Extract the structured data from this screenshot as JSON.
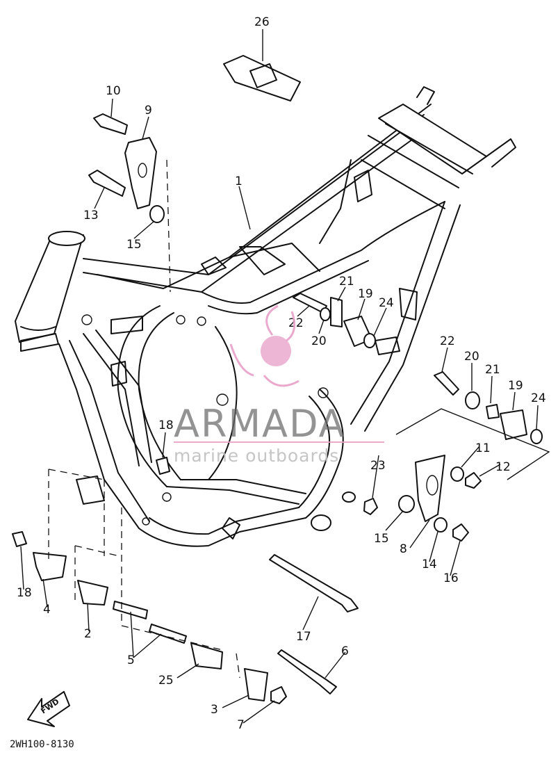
{
  "diagram": {
    "callouts": {
      "c1": "1",
      "c2": "2",
      "c3": "3",
      "c4": "4",
      "c5": "5",
      "c6": "6",
      "c7": "7",
      "c8": "8",
      "c9": "9",
      "c10": "10",
      "c11": "11",
      "c12": "12",
      "c13": "13",
      "c14": "14",
      "c15a": "15",
      "c15b": "15",
      "c16": "16",
      "c17": "17",
      "c18a": "18",
      "c18b": "18",
      "c19a": "19",
      "c19b": "19",
      "c20a": "20",
      "c20b": "20",
      "c21a": "21",
      "c21b": "21",
      "c22a": "22",
      "c22b": "22",
      "c23": "23",
      "c24a": "24",
      "c24b": "24",
      "c25": "25",
      "c26": "26"
    },
    "fwd_label": "FWD",
    "drawing_code": "2WH100-8130"
  },
  "watermark": {
    "name": "ARMADA",
    "tagline": "marine outboards",
    "colors": {
      "logo": "#e8a0c8",
      "text": "#6a6a6a",
      "rule": "#e8a0c8"
    }
  }
}
